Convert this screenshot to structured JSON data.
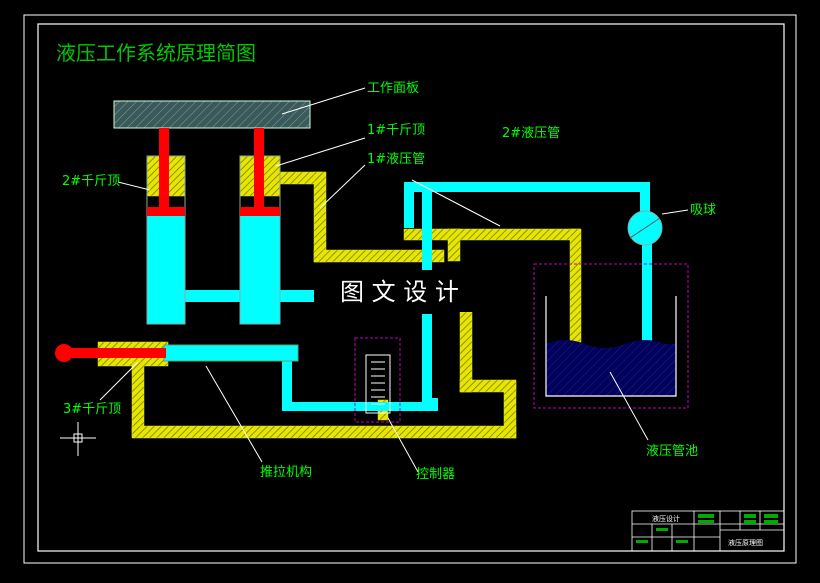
{
  "title": "液压工作系统原理简图",
  "watermark": "图 文 设 计",
  "labels": {
    "work_panel": "工作面板",
    "jack1": "1#千斤顶",
    "pipe1": "1#液压管",
    "pipe2": "2#液压管",
    "jack2": "2#千斤顶",
    "suction_ball": "吸球",
    "jack3": "3#千斤顶",
    "push_pull": "推拉机构",
    "controller": "控制器",
    "tank": "液压管池"
  },
  "title_block": {
    "cell_a": "液压设计",
    "cell_b": "液压原理图"
  },
  "colors": {
    "background": "#000000",
    "frame": "#ffffff",
    "title_text": "#00c800",
    "label_text": "#00ff00",
    "hydraulic_fluid": "#00ffff",
    "pipe_hatch": "#e6e600",
    "piston_red": "#ff0000",
    "panel_fill": "#3a5a5a",
    "boundary_magenta": "#c000c0",
    "tank_fluid": "#000060",
    "leader_line": "#ffffff"
  }
}
